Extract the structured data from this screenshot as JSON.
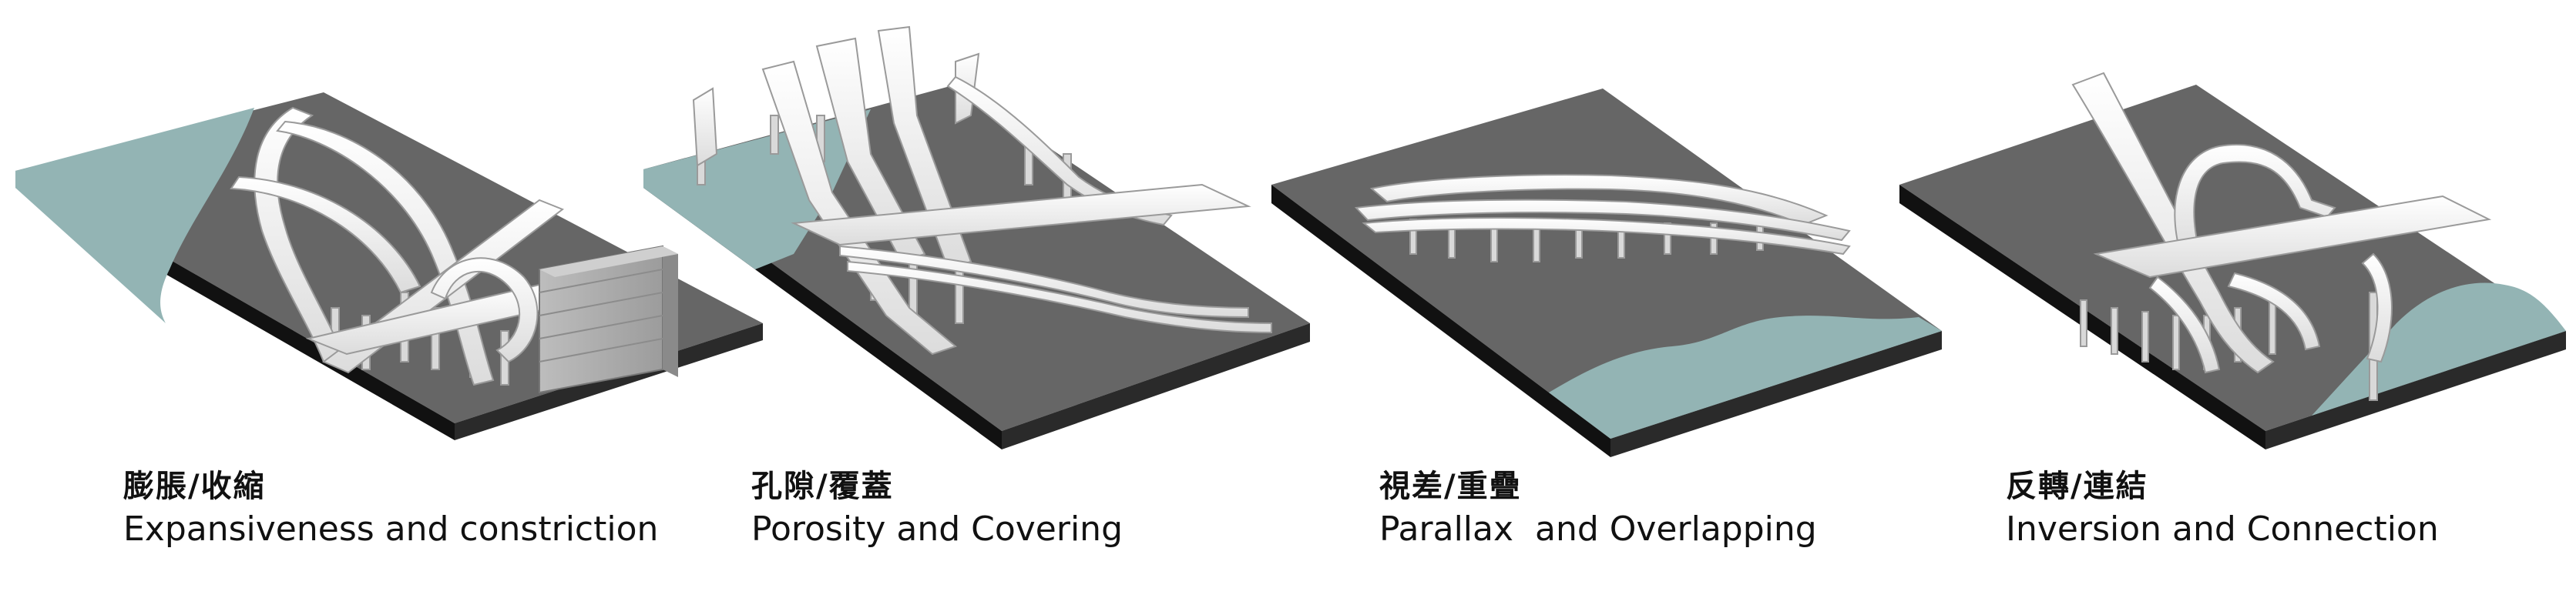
{
  "figure": {
    "colors": {
      "water": "#93b4b4",
      "ground": "#666666",
      "edge": "#1a1a1a",
      "ramp": "#f2f2f2",
      "ramp_stroke": "#9a9a9a",
      "pier": "#d9d9d9"
    },
    "panels": [
      {
        "label_zh": "膨脹/收縮",
        "label_en": "Expansiveness and constriction"
      },
      {
        "label_zh": "孔隙/覆蓋",
        "label_en": "Porosity and Covering"
      },
      {
        "label_zh": "視差/重疊",
        "label_en": "Parallax  and Overlapping"
      },
      {
        "label_zh": "反轉/連結",
        "label_en": "Inversion and Connection"
      }
    ]
  }
}
